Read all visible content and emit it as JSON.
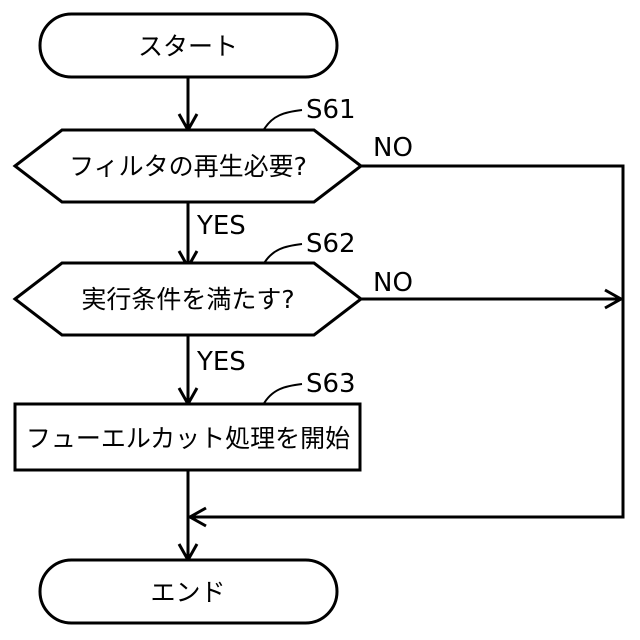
{
  "nodes": {
    "start": {
      "label": "スタート"
    },
    "s61": {
      "step": "S61",
      "label": "フィルタの再生必要?"
    },
    "s62": {
      "step": "S62",
      "label": "実行条件を満たす?"
    },
    "s63": {
      "step": "S63",
      "label": "フューエルカット処理を開始"
    },
    "end": {
      "label": "エンド"
    }
  },
  "edges": {
    "s61_yes": "YES",
    "s61_no": "NO",
    "s62_yes": "YES",
    "s62_no": "NO"
  }
}
